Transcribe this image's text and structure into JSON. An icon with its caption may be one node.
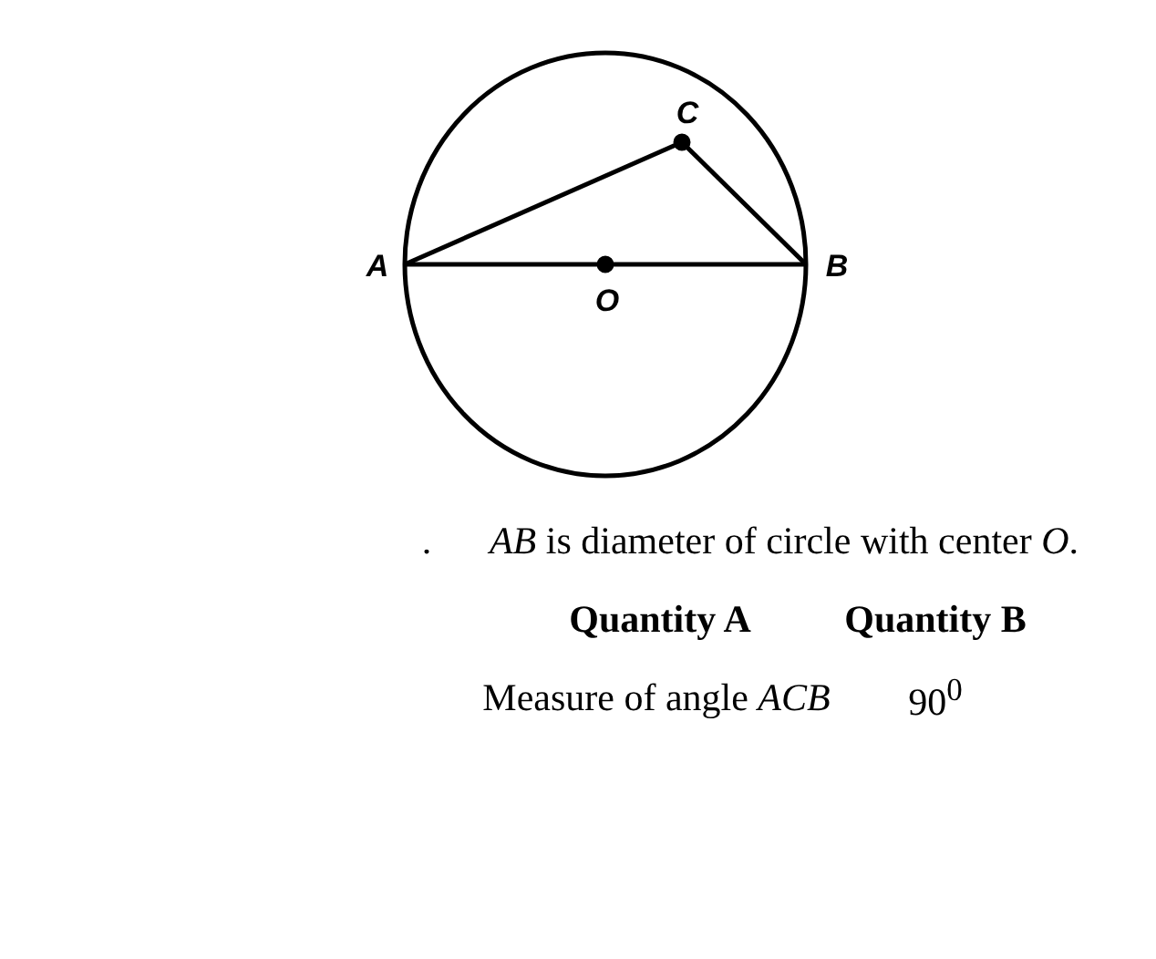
{
  "diagram": {
    "labels": [
      "C",
      "A",
      "O",
      "B",
      ".",
      "*AB* is diameter of circle with center *O*.",
      "Quantity A",
      "Quantity B",
      "Measure of angle *ACB*",
      "90$^{0}$"
    ]
  }
}
